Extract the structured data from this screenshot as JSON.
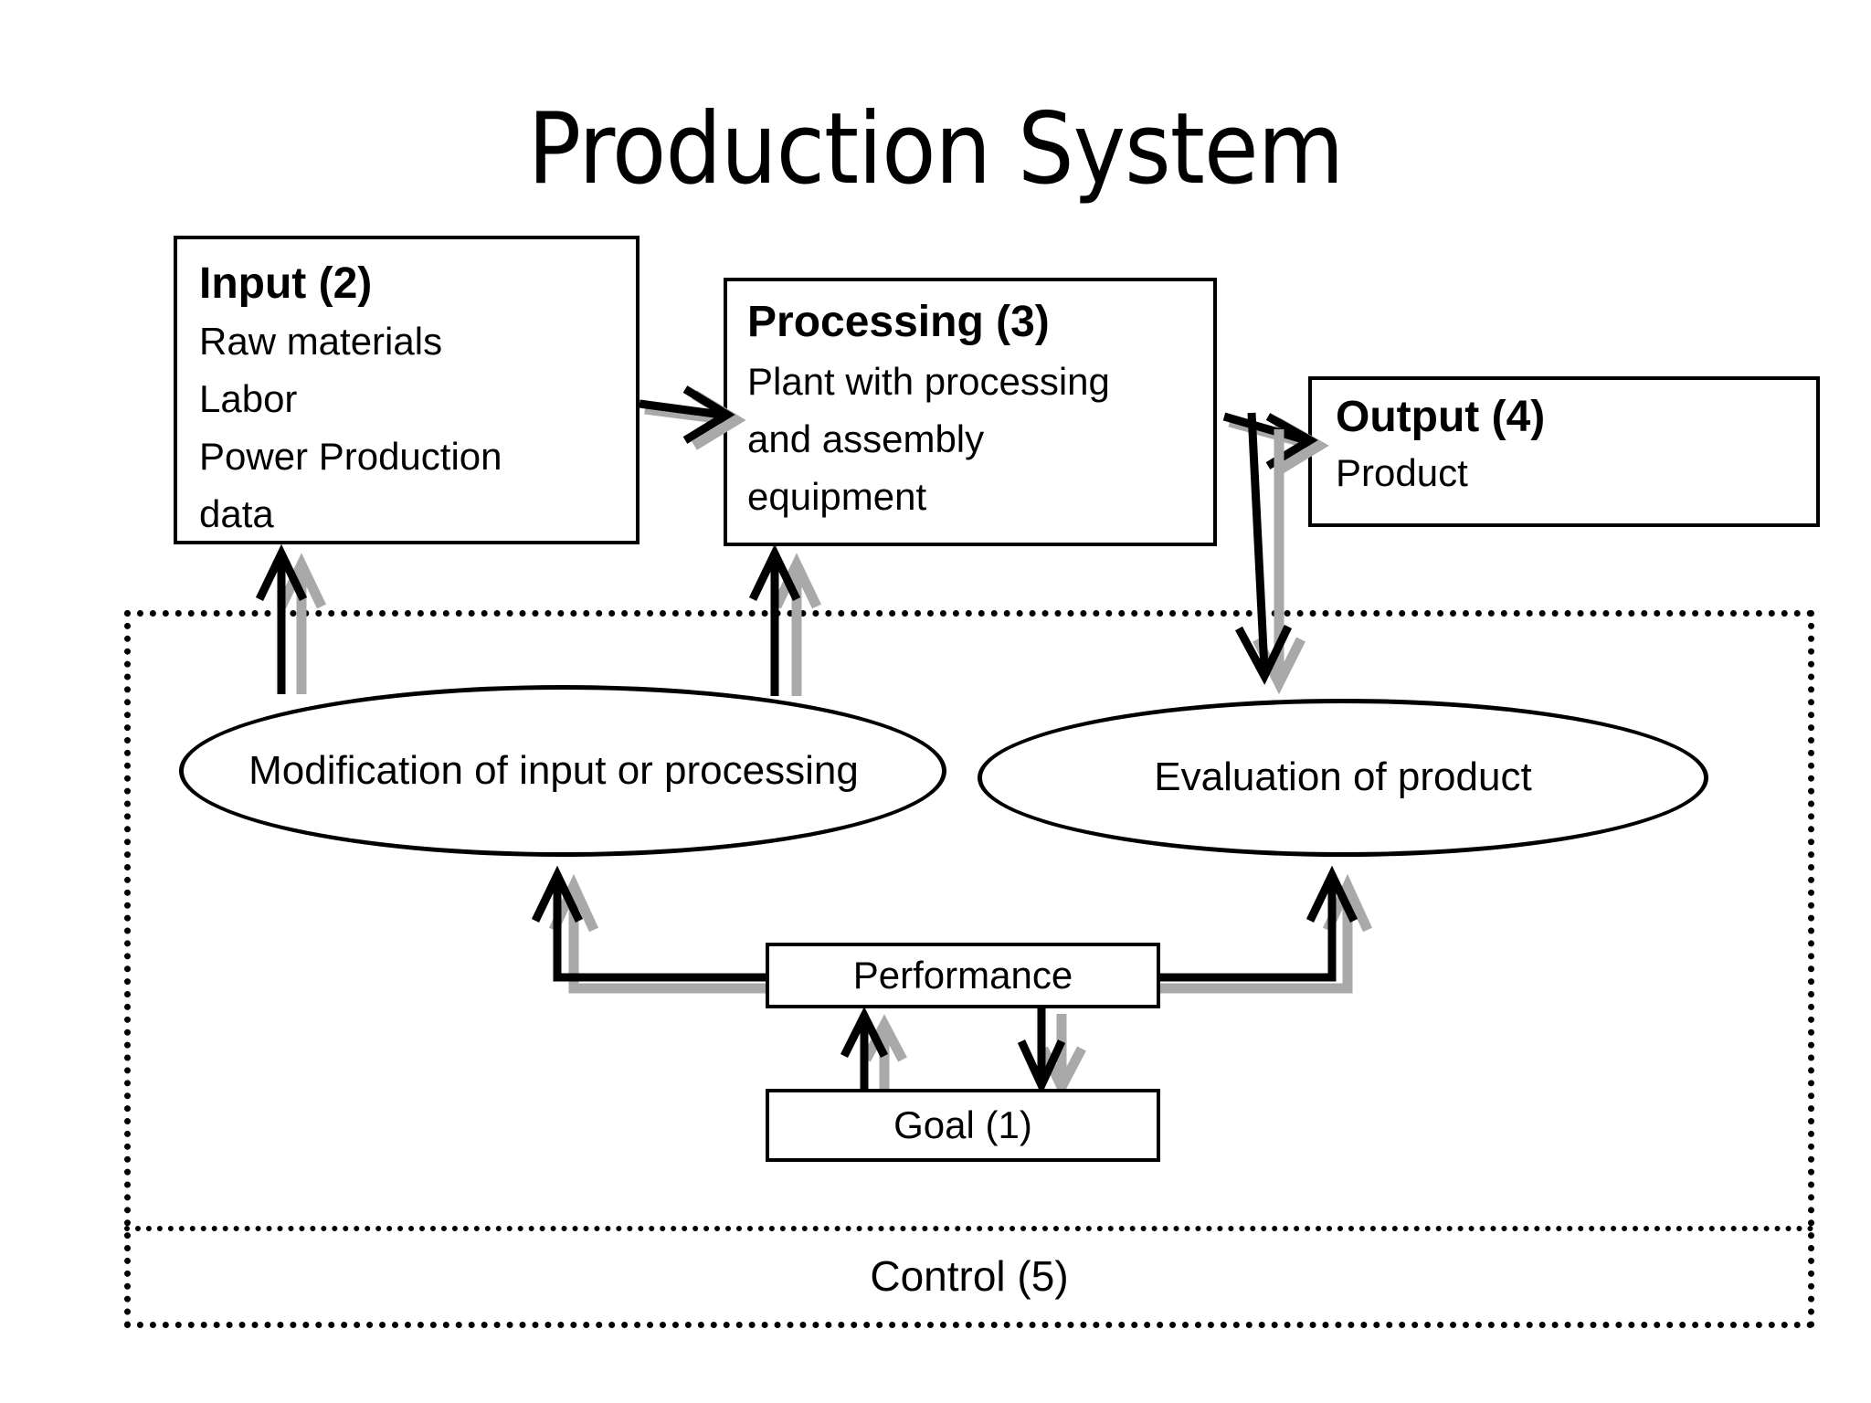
{
  "title": "Production System",
  "boxes": {
    "input": {
      "heading": "Input (2)",
      "lines": [
        "Raw materials",
        "Labor",
        "Power Production",
        "data"
      ]
    },
    "processing": {
      "heading": "Processing (3)",
      "lines": [
        "Plant with processing",
        "and assembly",
        "equipment"
      ]
    },
    "output": {
      "heading": "Output (4)",
      "lines": [
        "Product"
      ]
    },
    "performance": {
      "label": "Performance"
    },
    "goal": {
      "label": "Goal (1)"
    }
  },
  "ellipses": {
    "modification": {
      "label": "Modification of input or processing"
    },
    "evaluation": {
      "label": "Evaluation of product"
    }
  },
  "control": {
    "label": "Control (5)"
  },
  "colors": {
    "line": "#000000",
    "shadow": "#a9a9a9",
    "background": "#ffffff"
  }
}
